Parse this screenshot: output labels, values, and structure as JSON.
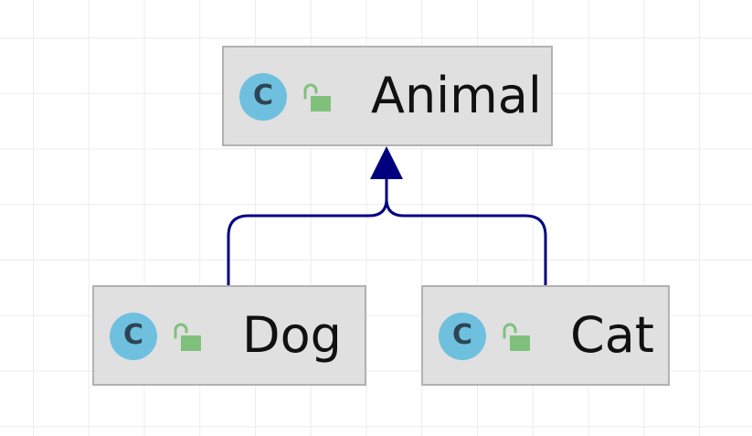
{
  "diagram": {
    "type": "class-inheritance",
    "nodes": [
      {
        "id": "animal",
        "label": "Animal",
        "kind": "class",
        "visibility": "public",
        "badge": "C"
      },
      {
        "id": "dog",
        "label": "Dog",
        "kind": "class",
        "visibility": "public",
        "badge": "C"
      },
      {
        "id": "cat",
        "label": "Cat",
        "kind": "class",
        "visibility": "public",
        "badge": "C"
      }
    ],
    "edges": [
      {
        "from": "dog",
        "to": "animal",
        "relation": "extends"
      },
      {
        "from": "cat",
        "to": "animal",
        "relation": "extends"
      }
    ],
    "icons": {
      "class": "class-c-icon",
      "visibility": "open-lock-icon"
    },
    "colors": {
      "node_fill": "#e0e0e0",
      "node_border": "#b2b2b2",
      "edge": "#00007f",
      "class_icon": "#6fc0df",
      "class_icon_letter": "#2f4454",
      "lock": "#7fc17c",
      "grid": "#ececec"
    }
  }
}
